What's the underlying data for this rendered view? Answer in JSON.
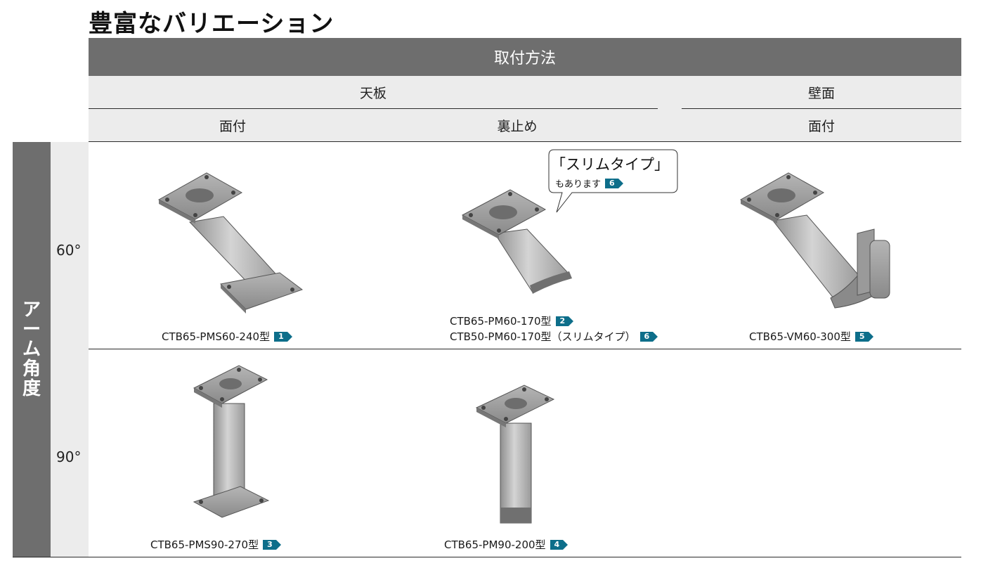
{
  "title": "豊富なバリエーション",
  "header": {
    "main": "取付方法",
    "groups": [
      "天板",
      "壁面"
    ],
    "sub": [
      "面付",
      "裏止め",
      "面付"
    ]
  },
  "side": {
    "label": [
      "ア",
      "ー",
      "ム",
      "角",
      "度"
    ],
    "angles": [
      "60°",
      "90°"
    ]
  },
  "callout": {
    "main": "「スリムタイプ」",
    "sub": "もあります",
    "badge": "6"
  },
  "products": [
    {
      "model": "CTB65-PMS60-240型",
      "badge": "1"
    },
    {
      "model": "CTB65-PM60-170型",
      "badge": "2"
    },
    {
      "model": "CTB50-PM60-170型（スリムタイプ）",
      "badge": "6"
    },
    {
      "model": "CTB65-VM60-300型",
      "badge": "5"
    },
    {
      "model": "CTB65-PMS90-270型",
      "badge": "3"
    },
    {
      "model": "CTB65-PM90-200型",
      "badge": "4"
    }
  ],
  "colors": {
    "header_dark": "#6e6e6e",
    "header_light": "#ececec",
    "badge": "#0d6e8a"
  }
}
